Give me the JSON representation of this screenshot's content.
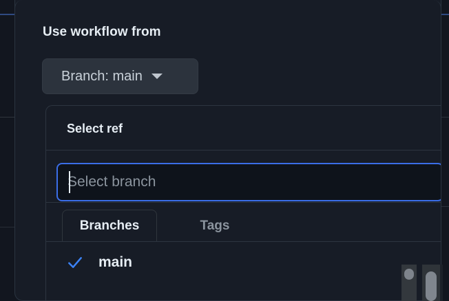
{
  "dialog": {
    "title": "Use workflow from",
    "branch_button": {
      "label": "Branch: main",
      "caret_icon": "chevron-down-icon"
    }
  },
  "ref_panel": {
    "title": "Select ref",
    "search": {
      "value": "",
      "placeholder": "Select branch",
      "focused": true
    },
    "tabs": [
      {
        "label": "Branches",
        "active": true
      },
      {
        "label": "Tags",
        "active": false
      }
    ],
    "list": [
      {
        "label": "main",
        "selected": true,
        "check_icon": "check-icon"
      }
    ]
  },
  "colors": {
    "dialog_background": "#171c26",
    "page_background": "#12161f",
    "button_fill": "#2c333d",
    "input_background": "#0e131b",
    "focus_ring": "#3b6ee8",
    "accent_blue": "#3b82f6",
    "text_primary": "#e6edf3",
    "text_muted": "#8b949e",
    "border": "#2d3540",
    "scrollbar_thumb": "#80868e"
  }
}
